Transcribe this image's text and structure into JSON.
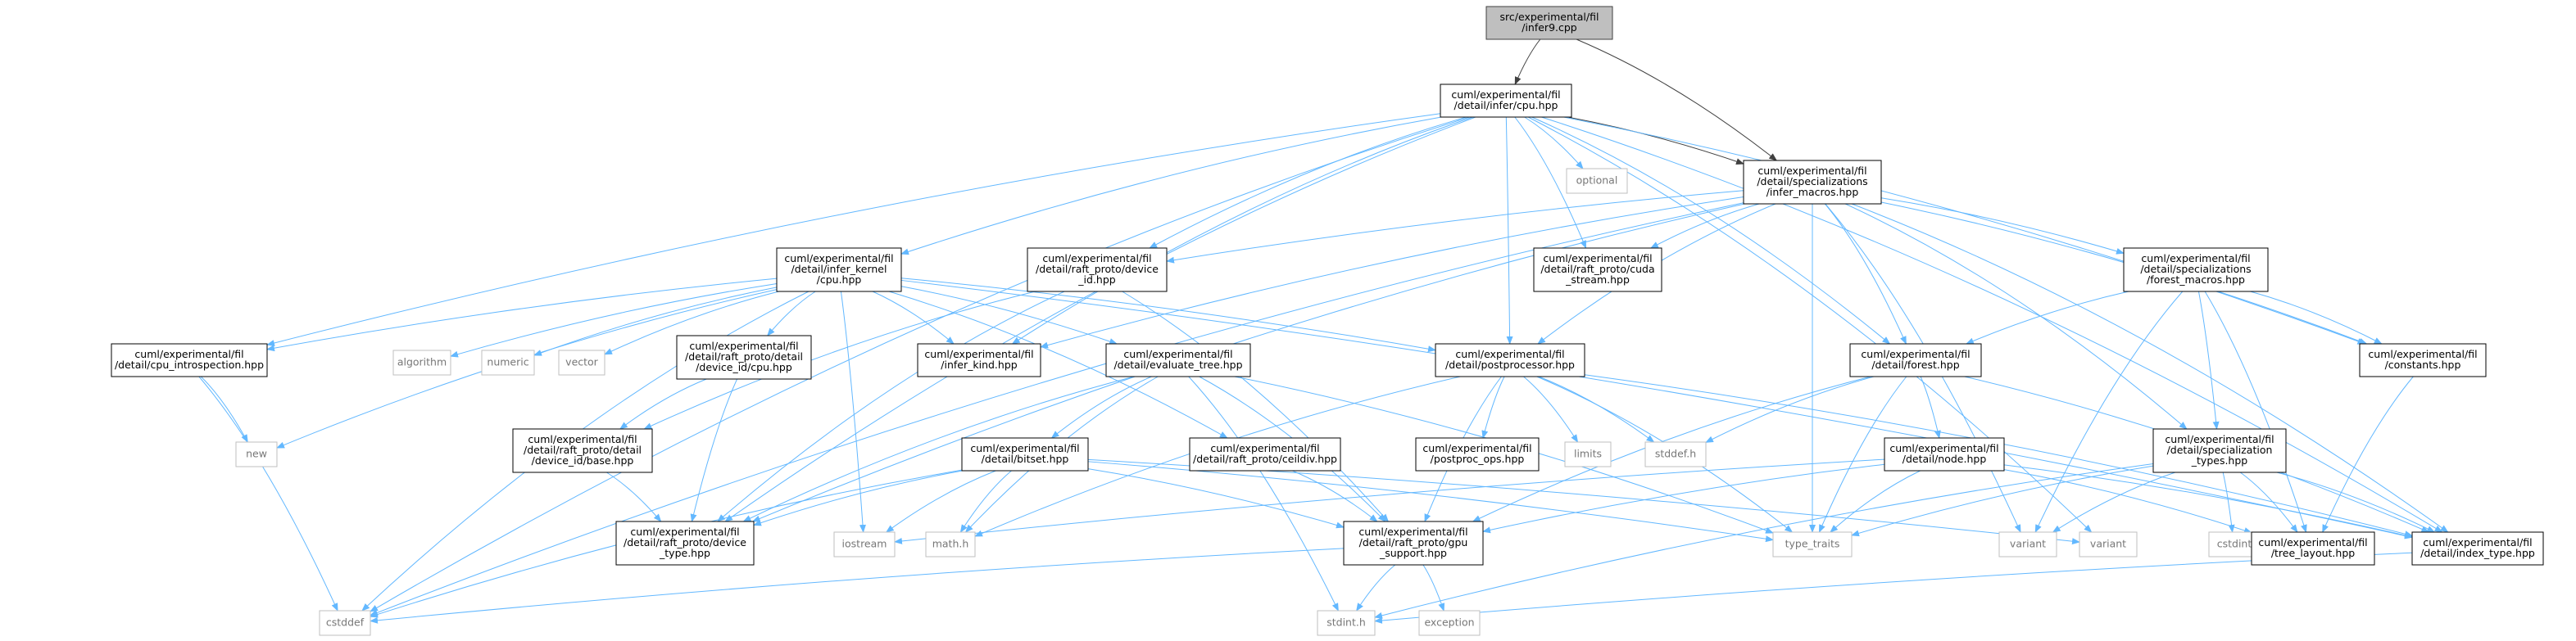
{
  "diagram": {
    "nodes": [
      {
        "id": "root",
        "lines": [
          "src/experimental/fil",
          "/infer9.cpp"
        ],
        "kind": "root"
      },
      {
        "id": "cpu",
        "lines": [
          "cuml/experimental/fil",
          "/detail/infer/cpu.hpp"
        ],
        "kind": "file"
      },
      {
        "id": "infer_macros",
        "lines": [
          "cuml/experimental/fil",
          "/detail/specializations",
          "/infer_macros.hpp"
        ],
        "kind": "file"
      },
      {
        "id": "optional",
        "lines": [
          "optional"
        ],
        "kind": "sys"
      },
      {
        "id": "kernel_cpu",
        "lines": [
          "cuml/experimental/fil",
          "/detail/infer_kernel",
          "/cpu.hpp"
        ],
        "kind": "file"
      },
      {
        "id": "device_id",
        "lines": [
          "cuml/experimental/fil",
          "/detail/raft_proto/device",
          "_id.hpp"
        ],
        "kind": "file"
      },
      {
        "id": "cuda_stream",
        "lines": [
          "cuml/experimental/fil",
          "/detail/raft_proto/cuda",
          "_stream.hpp"
        ],
        "kind": "file"
      },
      {
        "id": "forest_macros",
        "lines": [
          "cuml/experimental/fil",
          "/detail/specializations",
          "/forest_macros.hpp"
        ],
        "kind": "file"
      },
      {
        "id": "cpu_intro",
        "lines": [
          "cuml/experimental/fil",
          "/detail/cpu_introspection.hpp"
        ],
        "kind": "file"
      },
      {
        "id": "algorithm",
        "lines": [
          "algorithm"
        ],
        "kind": "sys"
      },
      {
        "id": "numeric",
        "lines": [
          "numeric"
        ],
        "kind": "sys"
      },
      {
        "id": "vector",
        "lines": [
          "vector"
        ],
        "kind": "sys"
      },
      {
        "id": "device_id_cpu",
        "lines": [
          "cuml/experimental/fil",
          "/detail/raft_proto/detail",
          "/device_id/cpu.hpp"
        ],
        "kind": "file"
      },
      {
        "id": "eval_tree",
        "lines": [
          "cuml/experimental/fil",
          "/detail/evaluate_tree.hpp"
        ],
        "kind": "file"
      },
      {
        "id": "infer_kind",
        "lines": [
          "cuml/experimental/fil",
          "/infer_kind.hpp"
        ],
        "kind": "file"
      },
      {
        "id": "postproc",
        "lines": [
          "cuml/experimental/fil",
          "/detail/postprocessor.hpp"
        ],
        "kind": "file"
      },
      {
        "id": "forest",
        "lines": [
          "cuml/experimental/fil",
          "/detail/forest.hpp"
        ],
        "kind": "file"
      },
      {
        "id": "constants",
        "lines": [
          "cuml/experimental/fil",
          "/constants.hpp"
        ],
        "kind": "file"
      },
      {
        "id": "new",
        "lines": [
          "new"
        ],
        "kind": "sys"
      },
      {
        "id": "dev_id_base",
        "lines": [
          "cuml/experimental/fil",
          "/detail/raft_proto/detail",
          "/device_id/base.hpp"
        ],
        "kind": "file"
      },
      {
        "id": "bitset",
        "lines": [
          "cuml/experimental/fil",
          "/detail/bitset.hpp"
        ],
        "kind": "file"
      },
      {
        "id": "ceildiv",
        "lines": [
          "cuml/experimental/fil",
          "/detail/raft_proto/ceildiv.hpp"
        ],
        "kind": "file"
      },
      {
        "id": "postproc_ops",
        "lines": [
          "cuml/experimental/fil",
          "/postproc_ops.hpp"
        ],
        "kind": "file"
      },
      {
        "id": "limits",
        "lines": [
          "limits"
        ],
        "kind": "sys"
      },
      {
        "id": "stddef_h",
        "lines": [
          "stddef.h"
        ],
        "kind": "sys"
      },
      {
        "id": "node",
        "lines": [
          "cuml/experimental/fil",
          "/detail/node.hpp"
        ],
        "kind": "file"
      },
      {
        "id": "spec_types",
        "lines": [
          "cuml/experimental/fil",
          "/detail/specialization",
          "_types.hpp"
        ],
        "kind": "file"
      },
      {
        "id": "device_type",
        "lines": [
          "cuml/experimental/fil",
          "/detail/raft_proto/device",
          "_type.hpp"
        ],
        "kind": "file"
      },
      {
        "id": "iostream",
        "lines": [
          "iostream"
        ],
        "kind": "sys"
      },
      {
        "id": "math_h",
        "lines": [
          "math.h"
        ],
        "kind": "sys"
      },
      {
        "id": "gpu_support",
        "lines": [
          "cuml/experimental/fil",
          "/detail/raft_proto/gpu",
          "_support.hpp"
        ],
        "kind": "file"
      },
      {
        "id": "type_traits",
        "lines": [
          "type_traits"
        ],
        "kind": "sys"
      },
      {
        "id": "variant",
        "lines": [
          "variant"
        ],
        "kind": "sys"
      },
      {
        "id": "variant2",
        "lines": [
          "variant"
        ],
        "kind": "sys"
      },
      {
        "id": "cstdint",
        "lines": [
          "cstdint"
        ],
        "kind": "sys"
      },
      {
        "id": "tree_layout",
        "lines": [
          "cuml/experimental/fil",
          "/tree_layout.hpp"
        ],
        "kind": "file"
      },
      {
        "id": "index_type",
        "lines": [
          "cuml/experimental/fil",
          "/detail/index_type.hpp"
        ],
        "kind": "file"
      },
      {
        "id": "cstddef",
        "lines": [
          "cstddef"
        ],
        "kind": "sys"
      },
      {
        "id": "stdint_h",
        "lines": [
          "stdint.h"
        ],
        "kind": "sys"
      },
      {
        "id": "exception",
        "lines": [
          "exception"
        ],
        "kind": "sys"
      }
    ],
    "edges": [
      [
        "root",
        "cpu"
      ],
      [
        "root",
        "infer_macros"
      ],
      [
        "cpu",
        "infer_macros"
      ],
      [
        "cpu",
        "optional"
      ],
      [
        "cpu",
        "kernel_cpu"
      ],
      [
        "cpu",
        "device_id"
      ],
      [
        "cpu",
        "cuda_stream"
      ],
      [
        "cpu",
        "cpu_intro"
      ],
      [
        "cpu",
        "infer_kind"
      ],
      [
        "cpu",
        "postproc"
      ],
      [
        "cpu",
        "forest"
      ],
      [
        "cpu",
        "constants"
      ],
      [
        "cpu",
        "index_type"
      ],
      [
        "cpu",
        "cstddef"
      ],
      [
        "cpu",
        "device_type"
      ],
      [
        "cpu",
        "variant"
      ],
      [
        "infer_macros",
        "device_id"
      ],
      [
        "infer_macros",
        "cuda_stream"
      ],
      [
        "infer_macros",
        "forest_macros"
      ],
      [
        "infer_macros",
        "infer_kind"
      ],
      [
        "infer_macros",
        "postproc"
      ],
      [
        "infer_macros",
        "forest"
      ],
      [
        "infer_macros",
        "constants"
      ],
      [
        "infer_macros",
        "spec_types"
      ],
      [
        "infer_macros",
        "index_type"
      ],
      [
        "infer_macros",
        "variant2"
      ],
      [
        "infer_macros",
        "cstddef"
      ],
      [
        "infer_macros",
        "device_type"
      ],
      [
        "infer_macros",
        "type_traits"
      ],
      [
        "kernel_cpu",
        "cpu_intro"
      ],
      [
        "kernel_cpu",
        "algorithm"
      ],
      [
        "kernel_cpu",
        "numeric"
      ],
      [
        "kernel_cpu",
        "vector"
      ],
      [
        "kernel_cpu",
        "new"
      ],
      [
        "kernel_cpu",
        "cstddef"
      ],
      [
        "kernel_cpu",
        "iostream"
      ],
      [
        "kernel_cpu",
        "device_id_cpu"
      ],
      [
        "kernel_cpu",
        "eval_tree"
      ],
      [
        "kernel_cpu",
        "infer_kind"
      ],
      [
        "kernel_cpu",
        "postproc"
      ],
      [
        "kernel_cpu",
        "ceildiv"
      ],
      [
        "kernel_cpu",
        "index_type"
      ],
      [
        "device_id",
        "dev_id_base"
      ],
      [
        "device_id",
        "device_type"
      ],
      [
        "device_id",
        "gpu_support"
      ],
      [
        "device_id_cpu",
        "dev_id_base"
      ],
      [
        "device_id_cpu",
        "device_type"
      ],
      [
        "dev_id_base",
        "device_type"
      ],
      [
        "cpu_intro",
        "new"
      ],
      [
        "cpu_intro",
        "cstddef"
      ],
      [
        "eval_tree",
        "bitset"
      ],
      [
        "eval_tree",
        "math_h"
      ],
      [
        "eval_tree",
        "gpu_support"
      ],
      [
        "eval_tree",
        "type_traits"
      ],
      [
        "eval_tree",
        "stdint_h"
      ],
      [
        "eval_tree",
        "device_type"
      ],
      [
        "bitset",
        "device_type"
      ],
      [
        "bitset",
        "iostream"
      ],
      [
        "bitset",
        "math_h"
      ],
      [
        "bitset",
        "gpu_support"
      ],
      [
        "bitset",
        "type_traits"
      ],
      [
        "bitset",
        "variant"
      ],
      [
        "bitset",
        "cstddef"
      ],
      [
        "ceildiv",
        "gpu_support"
      ],
      [
        "postproc",
        "postproc_ops"
      ],
      [
        "postproc",
        "limits"
      ],
      [
        "postproc",
        "stddef_h"
      ],
      [
        "postproc",
        "gpu_support"
      ],
      [
        "postproc",
        "type_traits"
      ],
      [
        "postproc",
        "math_h"
      ],
      [
        "postproc",
        "index_type"
      ],
      [
        "forest_macros",
        "forest"
      ],
      [
        "forest_macros",
        "constants"
      ],
      [
        "forest_macros",
        "spec_types"
      ],
      [
        "forest_macros",
        "variant2"
      ],
      [
        "forest_macros",
        "tree_layout"
      ],
      [
        "forest",
        "node"
      ],
      [
        "forest",
        "stddef_h"
      ],
      [
        "forest",
        "gpu_support"
      ],
      [
        "forest",
        "type_traits"
      ],
      [
        "forest",
        "index_type"
      ],
      [
        "node",
        "iostream"
      ],
      [
        "node",
        "gpu_support"
      ],
      [
        "node",
        "type_traits"
      ],
      [
        "node",
        "index_type"
      ],
      [
        "node",
        "tree_layout"
      ],
      [
        "spec_types",
        "cstdint"
      ],
      [
        "spec_types",
        "variant2"
      ],
      [
        "spec_types",
        "tree_layout"
      ],
      [
        "spec_types",
        "index_type"
      ],
      [
        "spec_types",
        "type_traits"
      ],
      [
        "spec_types",
        "stdint_h"
      ],
      [
        "constants",
        "tree_layout"
      ],
      [
        "gpu_support",
        "cstddef"
      ],
      [
        "gpu_support",
        "stdint_h"
      ],
      [
        "gpu_support",
        "exception"
      ],
      [
        "index_type",
        "stdint_h"
      ]
    ]
  }
}
